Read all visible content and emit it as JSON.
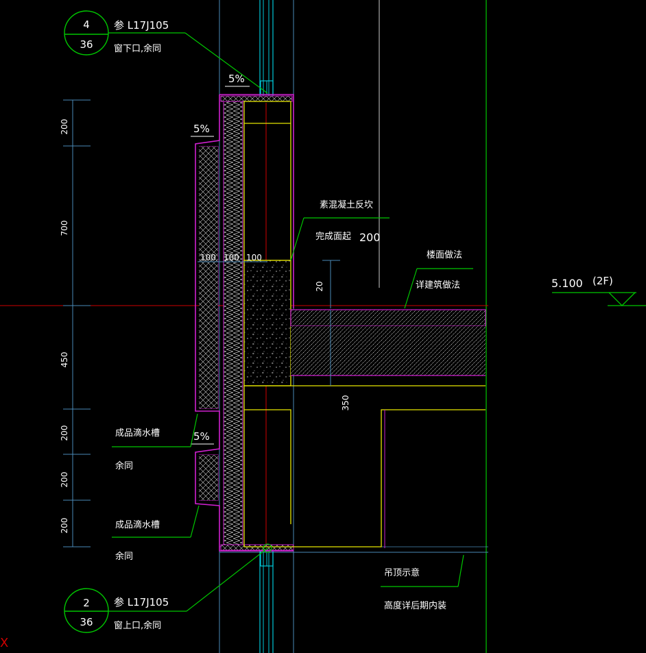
{
  "colors": {
    "background": "#000000",
    "green": "#00c800",
    "magenta": "#d020d0",
    "yellow": "#e6e600",
    "cyan": "#00c8d8",
    "blue": "#4a8ab8",
    "red": "#d00000",
    "white": "#ffffff"
  },
  "callout_top": {
    "number": "4",
    "sheet": "36",
    "ref": "参 L17J105",
    "note": "窗下口,余同"
  },
  "callout_bottom": {
    "number": "2",
    "sheet": "36",
    "ref": "参 L17J105",
    "note": "窗上口,余同"
  },
  "slopes": {
    "top": "5%",
    "upper": "5%",
    "lower": "5%"
  },
  "dimensions_left": [
    "200",
    "700",
    "450",
    "200",
    "200",
    "200"
  ],
  "dimensions_mid": [
    "100",
    "100",
    "100"
  ],
  "dim_20": "20",
  "dim_350": "350",
  "labels": {
    "concrete_upturn": "素混凝土反坎",
    "finish_height": "完成面起",
    "finish_height_value": "200",
    "floor_method": "楼面做法",
    "floor_method_ref": "详建筑做法",
    "drip1": "成品滴水槽",
    "drip1_note": "余同",
    "drip2": "成品滴水槽",
    "drip2_note": "余同",
    "ceiling": "吊顶示意",
    "ceiling_note": "高度详后期内装"
  },
  "elevation": {
    "value": "5.100",
    "floor": "(2F)"
  },
  "axis_marker": "X"
}
